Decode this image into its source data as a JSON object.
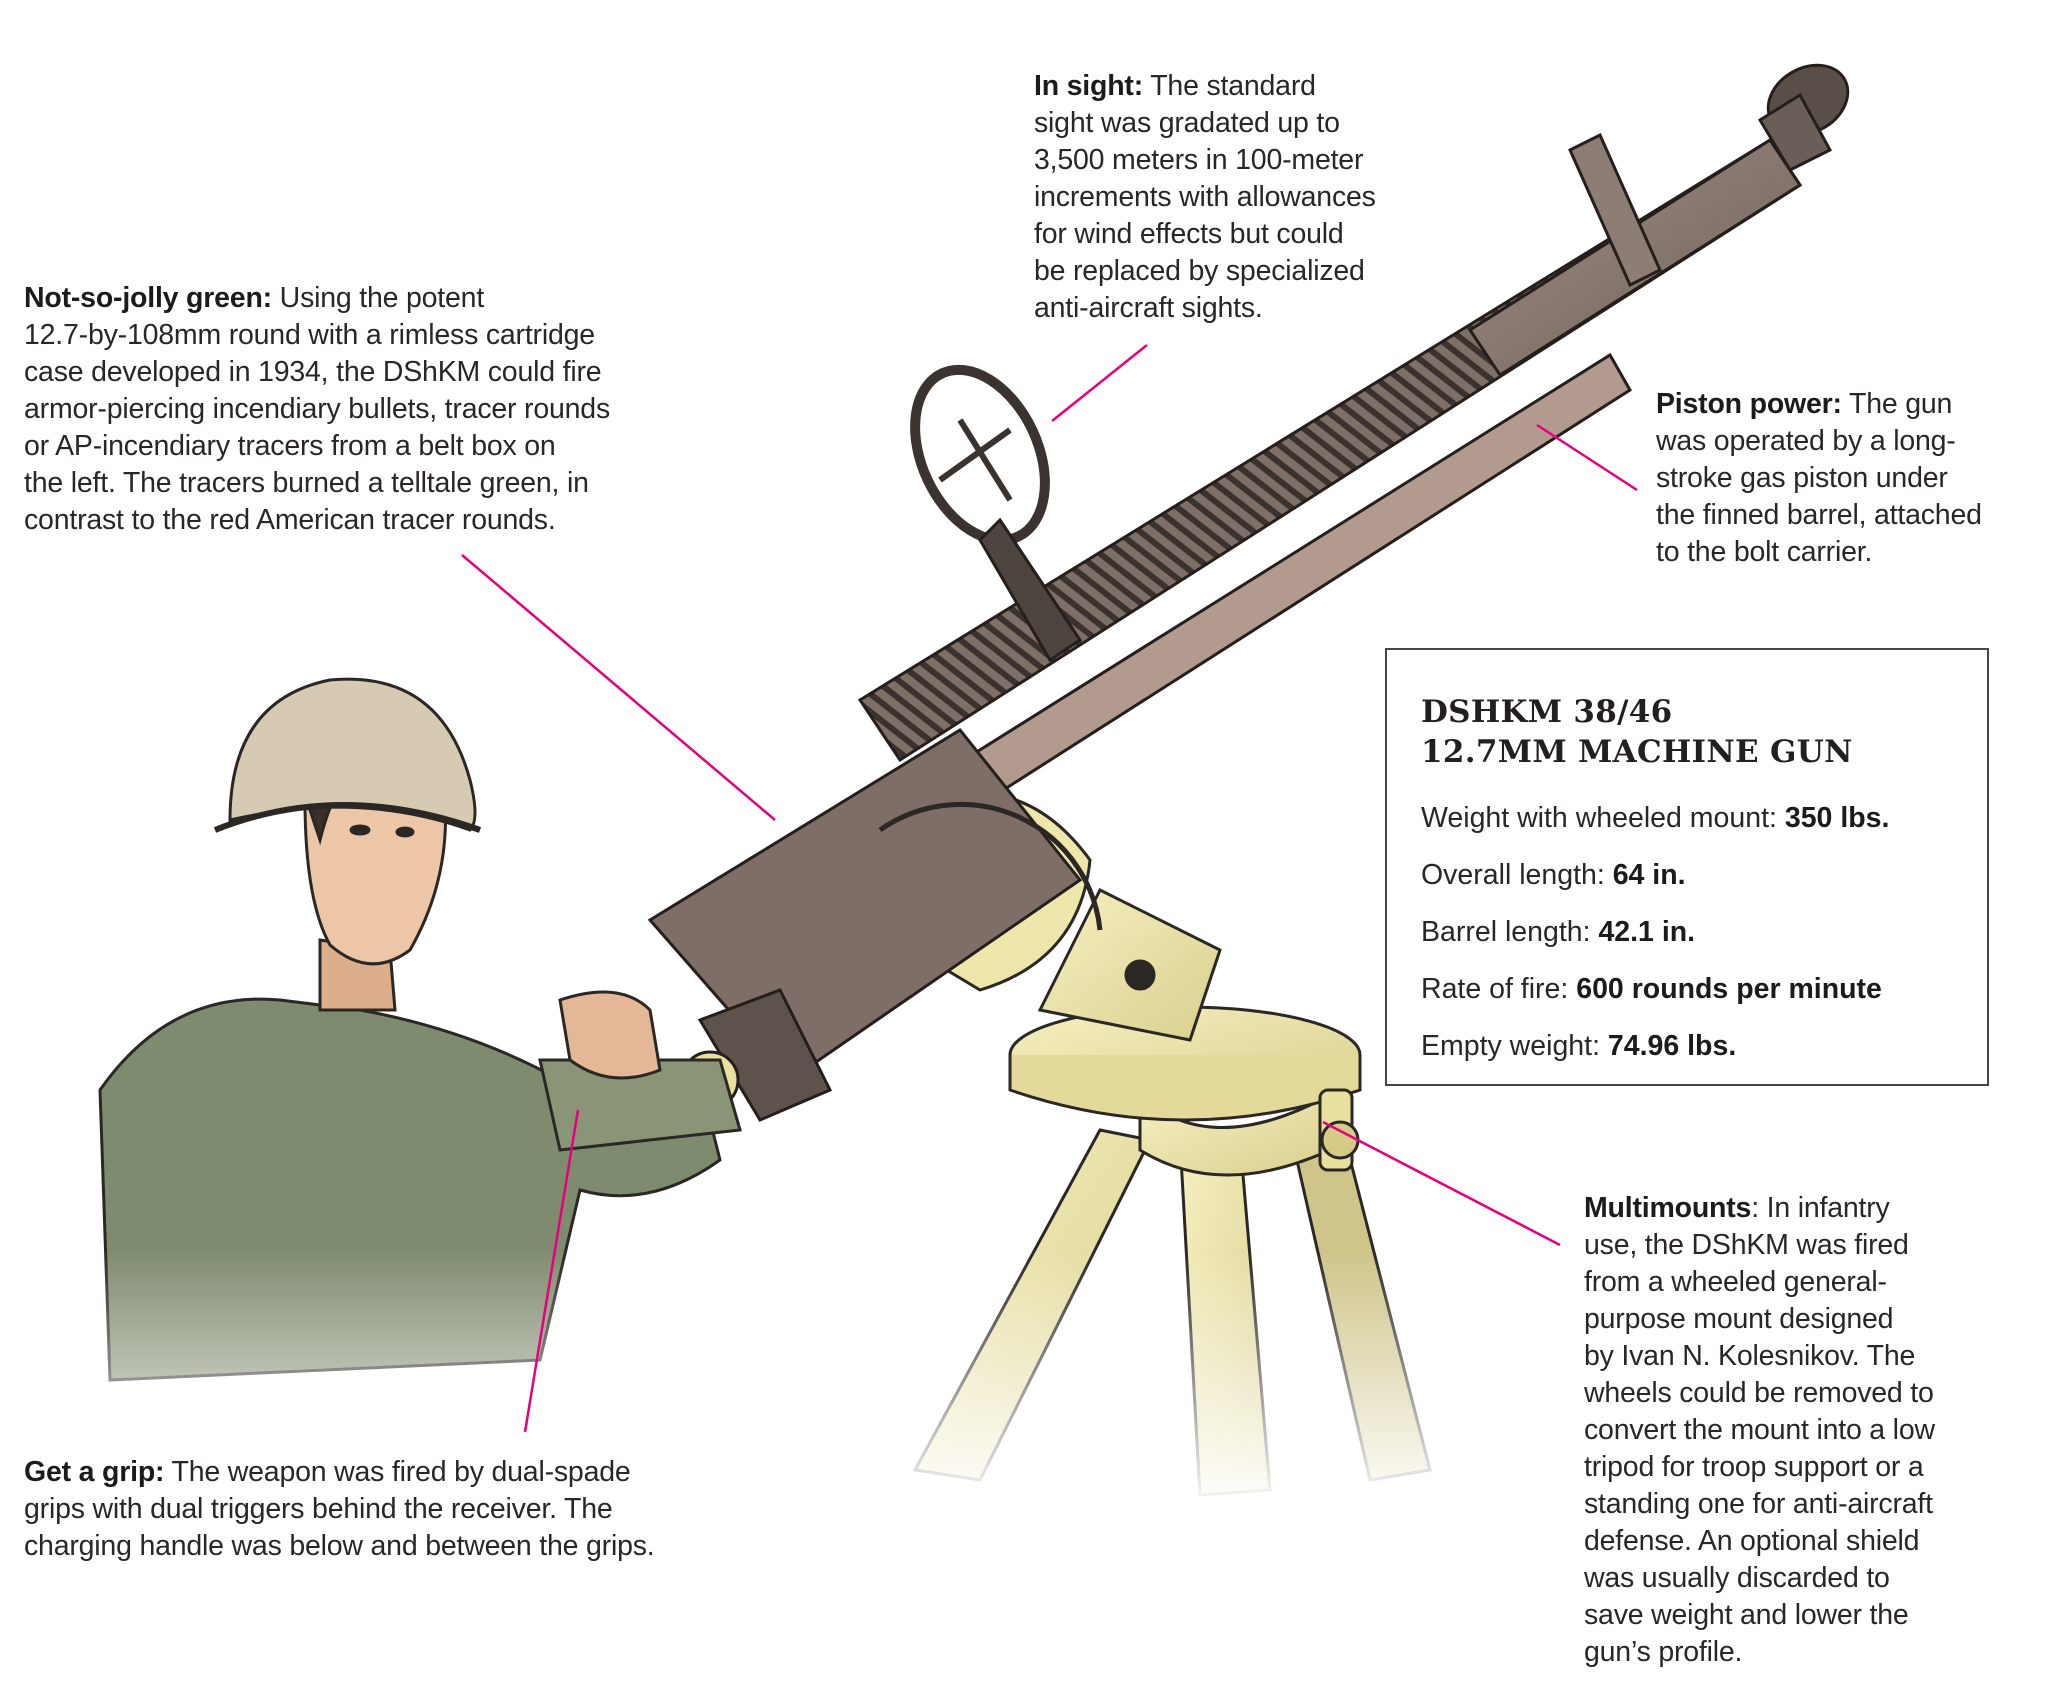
{
  "figure": {
    "subject": "DShKM 38/46 12.7mm machine gun on tripod mount with operator",
    "leader_line_color": "#e6007e",
    "mount_color": "#efe6a8",
    "gun_metal_color": "#8a7b72"
  },
  "callouts": {
    "not_so_jolly_green": {
      "heading": "Not-so-jolly green:",
      "lines": [
        " Using the potent",
        "12.7-by-108mm round with a rimless cartridge",
        "case developed in 1934, the DShKM could fire",
        "armor-piercing incendiary bullets, tracer rounds",
        "or AP-incendiary tracers from a belt box on",
        "the left. The tracers burned a telltale green, in",
        "contrast to the red American tracer rounds."
      ]
    },
    "in_sight": {
      "heading": "In sight:",
      "lines": [
        " The standard",
        "sight was gradated up to",
        "3,500 meters in 100-meter",
        "increments with allowances",
        "for wind effects but could",
        "be replaced by specialized",
        "anti-aircraft sights."
      ]
    },
    "piston_power": {
      "heading": "Piston power:",
      "lines": [
        " The gun",
        "was operated by a long-",
        "stroke gas piston under",
        "the finned barrel, attached",
        "to the bolt carrier."
      ]
    },
    "get_a_grip": {
      "heading": "Get a grip:",
      "lines": [
        " The weapon was fired by dual-spade",
        "grips with dual triggers behind the receiver. The",
        "charging handle was below and between the grips."
      ]
    },
    "multimounts": {
      "heading": "Multimounts",
      "lines": [
        ": In infantry",
        "use, the DShKM was fired",
        "from a wheeled general-",
        "purpose mount designed",
        "by Ivan N. Kolesnikov. The",
        "wheels could be removed to",
        "convert the mount into a low",
        "tripod for troop support or a",
        "standing one for anti-aircraft",
        "defense. An optional shield",
        "was usually discarded to",
        "save weight and lower the",
        "gun’s profile."
      ]
    }
  },
  "spec_box": {
    "title_line1": "DSHKM 38/46",
    "title_line2": "12.7MM MACHINE GUN",
    "rows": [
      {
        "label": "Weight with wheeled mount: ",
        "value": "350 lbs."
      },
      {
        "label": "Overall length: ",
        "value": "64 in."
      },
      {
        "label": "Barrel length: ",
        "value": "42.1 in."
      },
      {
        "label": "Rate of fire: ",
        "value": "600 rounds per minute"
      },
      {
        "label": "Empty weight: ",
        "value": "74.96 lbs."
      }
    ]
  }
}
